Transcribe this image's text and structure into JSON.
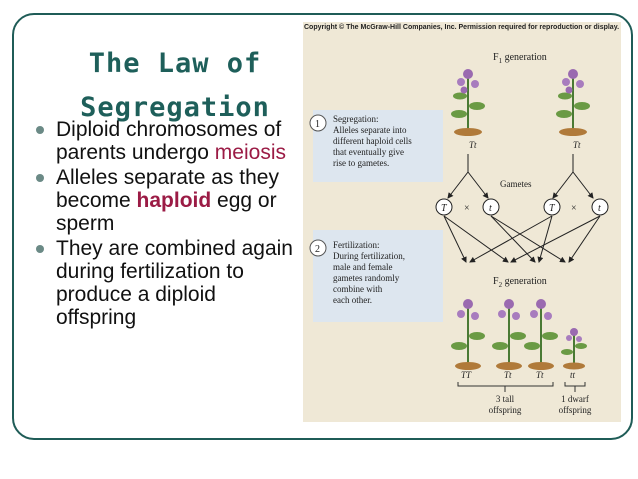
{
  "slide": {
    "title_line1": "The Law of",
    "title_line2": "Segregation",
    "bullets": [
      {
        "text_a": "Diploid chromosomes of parents undergo ",
        "accent": "meiosis",
        "text_b": ""
      },
      {
        "text_a": "Alleles separate as they become ",
        "accent": "haploid",
        "text_b": " egg or sperm"
      },
      {
        "text_a": "They are combined again during fertilization to produce a diploid offspring",
        "accent": "",
        "text_b": ""
      }
    ]
  },
  "figure": {
    "copyright": "Copyright © The McGraw-Hill Companies, Inc. Permission required for reproduction or display.",
    "f1_label": "F",
    "f1_sub": "1",
    "f1_suffix": " generation",
    "f2_label": "F",
    "f2_sub": "2",
    "f2_suffix": " generation",
    "step1_num": "1",
    "step1_title": "Segregation:",
    "step1_lines": [
      "Alleles separate into",
      "different haploid cells",
      "that eventually give",
      "rise to gametes."
    ],
    "step2_num": "2",
    "step2_title": "Fertilization:",
    "step2_lines": [
      "During fertilization,",
      "male and female",
      "gametes randomly",
      "combine with",
      "each other."
    ],
    "parent_left_genotype": "Tt",
    "parent_right_genotype": "Tt",
    "gametes_label": "Gametes",
    "gamete_alleles": [
      "T",
      "t",
      "T",
      "t"
    ],
    "cross_symbol": "×",
    "offspring_genotypes": [
      "TT",
      "Tt",
      "Tt",
      "tt"
    ],
    "tall_summary_line1": "3 tall",
    "tall_summary_line2": "offspring",
    "dwarf_summary_line1": "1 dwarf",
    "dwarf_summary_line2": "offspring"
  },
  "colors": {
    "title": "#1e5f5a",
    "accent": "#9b1b45",
    "frame": "#1f5c57",
    "figure_bg": "#efe8d6",
    "step_box": "#dde6ef"
  }
}
